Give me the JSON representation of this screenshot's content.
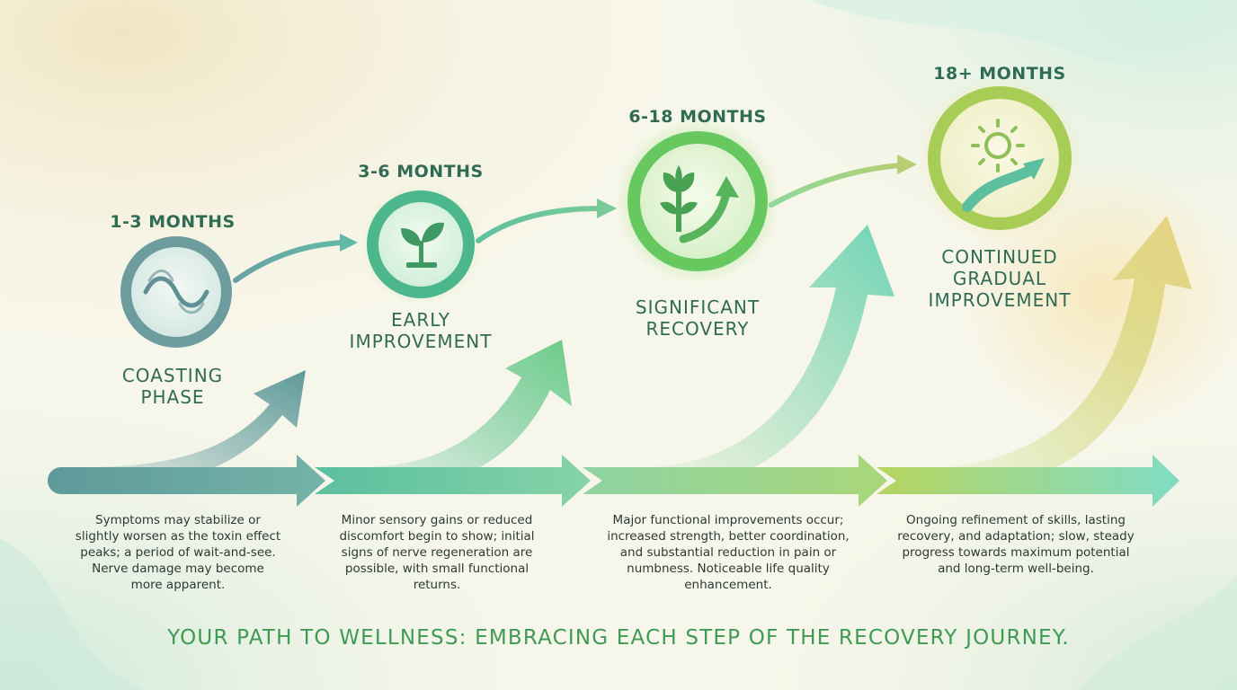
{
  "colors": {
    "background": "#f7f6ea",
    "teal": "#5e9a9a",
    "mint": "#7ccfa4",
    "green": "#66c86a",
    "lime": "#b5d35a",
    "text_dark_green": "#2f6b55",
    "footer_green": "#3f9b54"
  },
  "phases": [
    {
      "time_label": "1-3 MONTHS",
      "title": "COASTING\nPHASE",
      "icon": "wave-icon",
      "description": "Symptoms may stabilize or slightly worsen as the toxin effect peaks; a period of wait-and-see. Nerve damage may become more apparent."
    },
    {
      "time_label": "3-6 MONTHS",
      "title": "EARLY\nIMPROVEMENT",
      "icon": "sprout-icon",
      "description": "Minor sensory gains or reduced discomfort begin to show; initial signs of nerve regeneration are possible, with small functional returns."
    },
    {
      "time_label": "6-18 MONTHS",
      "title": "SIGNIFICANT\nRECOVERY",
      "icon": "plant-growth-arrow-icon",
      "description": "Major functional improvements occur; increased strength, better coordination, and substantial reduction in pain or numbness. Noticeable life quality enhancement."
    },
    {
      "time_label": "18+ MONTHS",
      "title": "CONTINUED\nGRADUAL\nIMPROVEMENT",
      "icon": "sun-path-icon",
      "description": "Ongoing refinement of skills, lasting recovery, and adaptation; slow, steady progress towards maximum potential and long-term well-being."
    }
  ],
  "footer": "YOUR PATH TO WELLNESS: EMBRACING EACH STEP OF THE RECOVERY JOURNEY."
}
